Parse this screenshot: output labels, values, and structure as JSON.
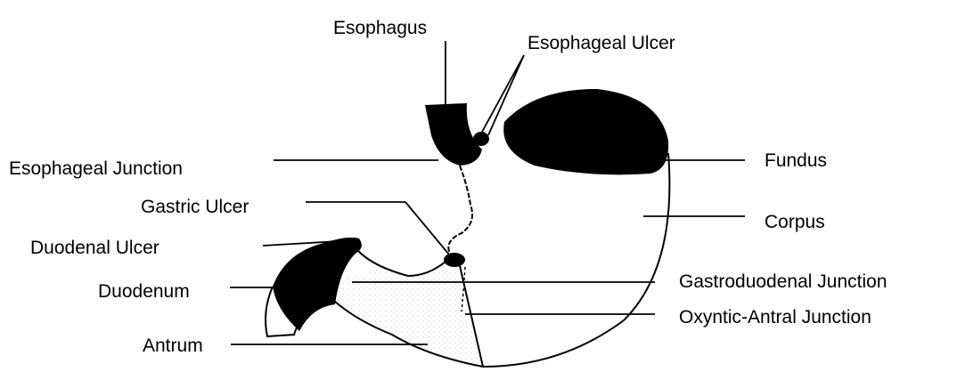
{
  "labels": {
    "esophagus": "Esophagus",
    "esophageal_ulcer": "Esophageal Ulcer",
    "fundus": "Fundus",
    "esophageal_junction": "Esophageal Junction",
    "gastric_ulcer": "Gastric Ulcer",
    "corpus": "Corpus",
    "duodenal_ulcer": "Duodenal Ulcer",
    "duodenum": "Duodenum",
    "gastroduodenal_junction": "Gastroduodenal Junction",
    "oxyntic_antral_junction": "Oxyntic-Antral Junction",
    "antrum": "Antrum"
  },
  "colors": {
    "ink": "#000000",
    "background": "#ffffff",
    "antrum_texture": "#d8d8d8"
  }
}
